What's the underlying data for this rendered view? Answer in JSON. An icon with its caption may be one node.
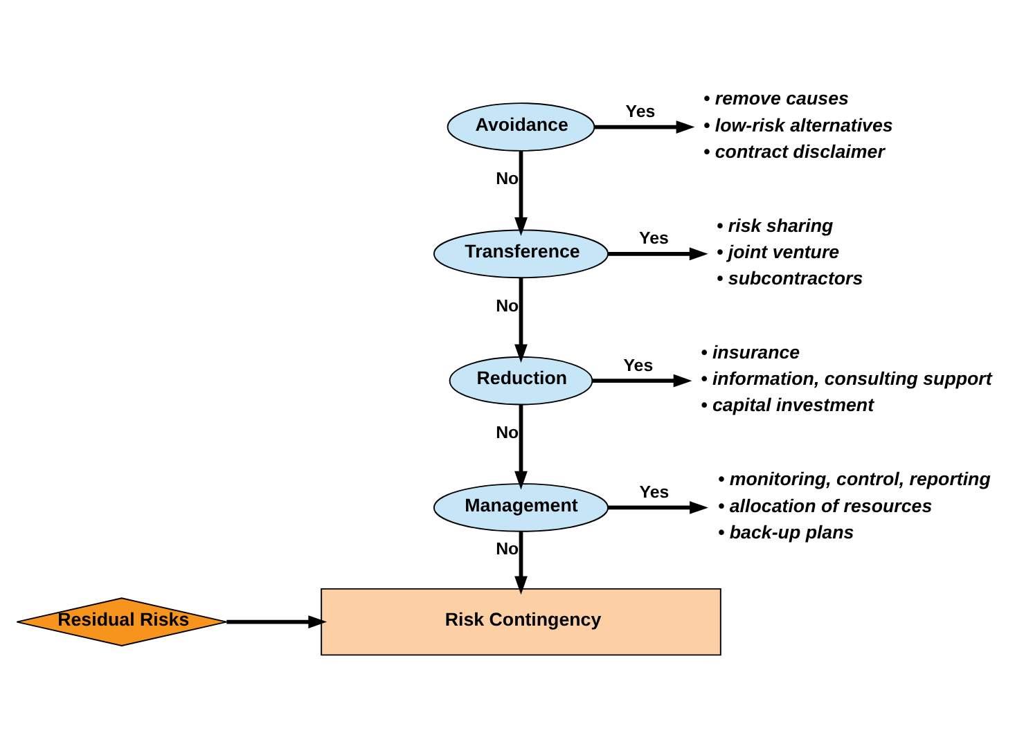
{
  "diagram": {
    "nodes": [
      {
        "text": [
          "Avoidance"
        ]
      },
      {
        "text": [
          "• remove causes",
          "• low-risk alternatives",
          "• contract disclaimer"
        ]
      },
      {
        "text": [
          "Transference"
        ]
      },
      {
        "text": [
          "• risk sharing",
          "• joint venture",
          "• subcontractors"
        ]
      },
      {
        "text": [
          "Reduction"
        ]
      },
      {
        "text": [
          "• insurance",
          "• information, consulting support",
          "• capital investment"
        ]
      },
      {
        "text": [
          "Management"
        ]
      },
      {
        "text": [
          "• monitoring, control, reporting",
          "• allocation of resources",
          "• back-up plans"
        ]
      },
      {
        "text": [
          "Residual Risks"
        ]
      },
      {
        "text": [
          "Risk Contingency"
        ]
      }
    ],
    "edges": [
      {
        "from": 0,
        "to": 1,
        "arrow": "to",
        "label": "Yes"
      },
      {
        "from": 0,
        "to": 2,
        "arrow": "to",
        "label": "No"
      },
      {
        "from": 2,
        "to": 3,
        "arrow": "to",
        "label": "Yes"
      },
      {
        "from": 2,
        "to": 4,
        "arrow": "to",
        "label": "No"
      },
      {
        "from": 4,
        "to": 5,
        "arrow": "to",
        "label": "Yes"
      },
      {
        "from": 4,
        "to": 6,
        "arrow": "to",
        "label": "No"
      },
      {
        "from": 6,
        "to": 7,
        "arrow": "to",
        "label": "Yes"
      },
      {
        "from": 6,
        "to": 9,
        "arrow": "to",
        "label": "No"
      },
      {
        "from": 8,
        "to": 9,
        "arrow": "to"
      }
    ]
  }
}
